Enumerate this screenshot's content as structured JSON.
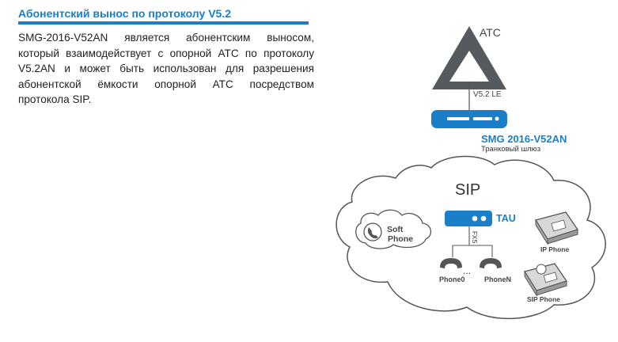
{
  "article": {
    "title": "Абонентский вынос по протоколу V5.2",
    "paragraph": "SMG-2016-V52AN является абонентским выносом, который взаимодействует с опорной АТС по протоколу V5.2AN и может быть использован для разрешения абонентской ёмкости опорной АТС посредством протокола SIP.",
    "accent_color": "#1a7fc8"
  },
  "diagram": {
    "atc_label": "АТС",
    "v52_label": "V5.2 LE",
    "device_name": "SMG 2016-V52AN",
    "device_subtitle": "Транковый шлюз",
    "cloud_label": "SIP",
    "tau_label": "TAU",
    "fxs_label": "FXS",
    "softphone_line1": "Soft",
    "softphone_line2": "Phone",
    "phone0_label": "Phone0",
    "phoneN_label": "PhoneN",
    "ellipsis": "...",
    "ip_phone_label": "IP Phone",
    "sip_phone_label": "SIP Phone",
    "icons": [
      "triangle-atc-icon",
      "gateway-device-icon",
      "cloud-icon",
      "softphone-icon",
      "tau-device-icon",
      "analog-phone-icon",
      "ip-phone-icon",
      "sip-phone-icon"
    ]
  }
}
